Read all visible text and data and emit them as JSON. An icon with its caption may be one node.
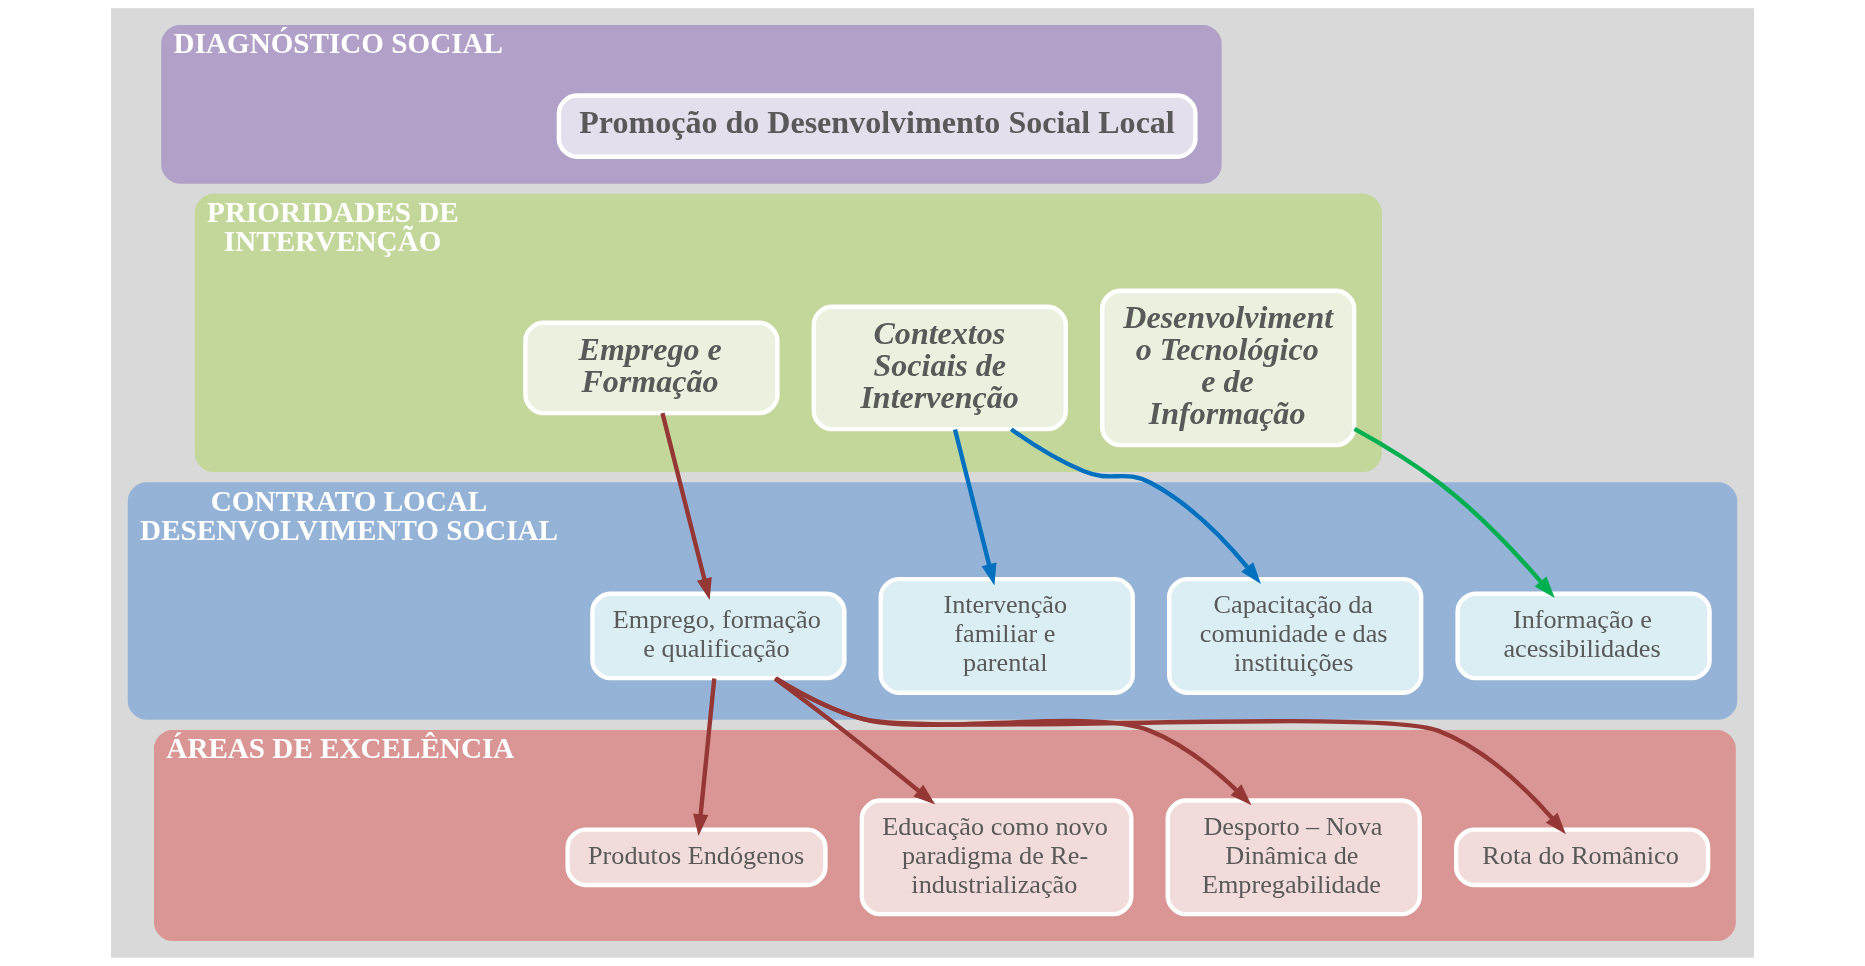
{
  "diagram": {
    "nodes": [
      {
        "text": [
          "DIAGNÓSTICO SOCIAL"
        ]
      },
      {
        "text": [
          "Promoção do Desenvolvimento Social Local"
        ],
        "in": 0
      },
      {
        "text": [
          "PRIORIDADES DE INTERVENÇÃO"
        ]
      },
      {
        "text": [
          "Emprego e Formação"
        ],
        "in": 2
      },
      {
        "text": [
          "Contextos Sociais de Intervenção"
        ],
        "in": 2
      },
      {
        "text": [
          "Desenvolvimento Tecnológico e de Informação"
        ],
        "in": 2
      },
      {
        "text": [
          "CONTRATO LOCAL DESENVOLVIMENTO SOCIAL"
        ]
      },
      {
        "text": [
          "Emprego, formação e qualificação"
        ],
        "in": 6
      },
      {
        "text": [
          "Intervenção familiar e parental"
        ],
        "in": 6
      },
      {
        "text": [
          "Capacitação da comunidade e das instituições"
        ],
        "in": 6
      },
      {
        "text": [
          "Informação e acessibilidades"
        ],
        "in": 6
      },
      {
        "text": [
          "ÁREAS DE EXCELÊNCIA"
        ]
      },
      {
        "text": [
          "Produtos Endógenos"
        ],
        "in": 11
      },
      {
        "text": [
          "Educação como novo paradigma de Re-industrialização"
        ],
        "in": 11
      },
      {
        "text": [
          "Desporto – Nova Dinâmica de Empregabilidade"
        ],
        "in": 11
      },
      {
        "text": [
          "Rota do Românico"
        ],
        "in": 11
      }
    ],
    "edges": [
      {
        "from": 3,
        "to": 7,
        "arrow": "to"
      },
      {
        "from": 4,
        "to": 8,
        "arrow": "to",
        "color": "#0070c0"
      },
      {
        "from": 4,
        "to": 9,
        "arrow": "to",
        "color": "#0070c0"
      },
      {
        "from": 5,
        "to": 10,
        "arrow": "to",
        "color": "#00b050"
      },
      {
        "from": 7,
        "to": 12,
        "arrow": "to"
      },
      {
        "from": 7,
        "to": 13,
        "arrow": "to"
      },
      {
        "from": 7,
        "to": 14,
        "arrow": "to"
      },
      {
        "from": 7,
        "to": 15,
        "arrow": "to"
      }
    ]
  }
}
